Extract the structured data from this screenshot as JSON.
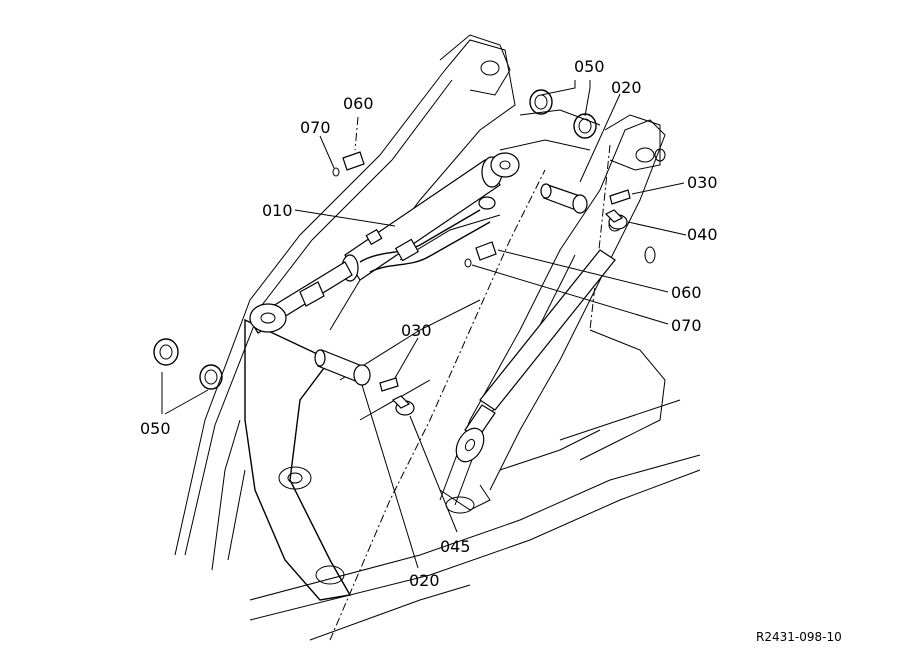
{
  "callouts": {
    "c010": "010",
    "c020_top": "020",
    "c020_bottom": "020",
    "c030_right": "030",
    "c030_left": "030",
    "c040": "040",
    "c045": "045",
    "c050_top": "050",
    "c050_left": "050",
    "c060_top": "060",
    "c060_right": "060",
    "c070_top": "070",
    "c070_right": "070"
  },
  "drawing_ref": "R2431-098-10"
}
